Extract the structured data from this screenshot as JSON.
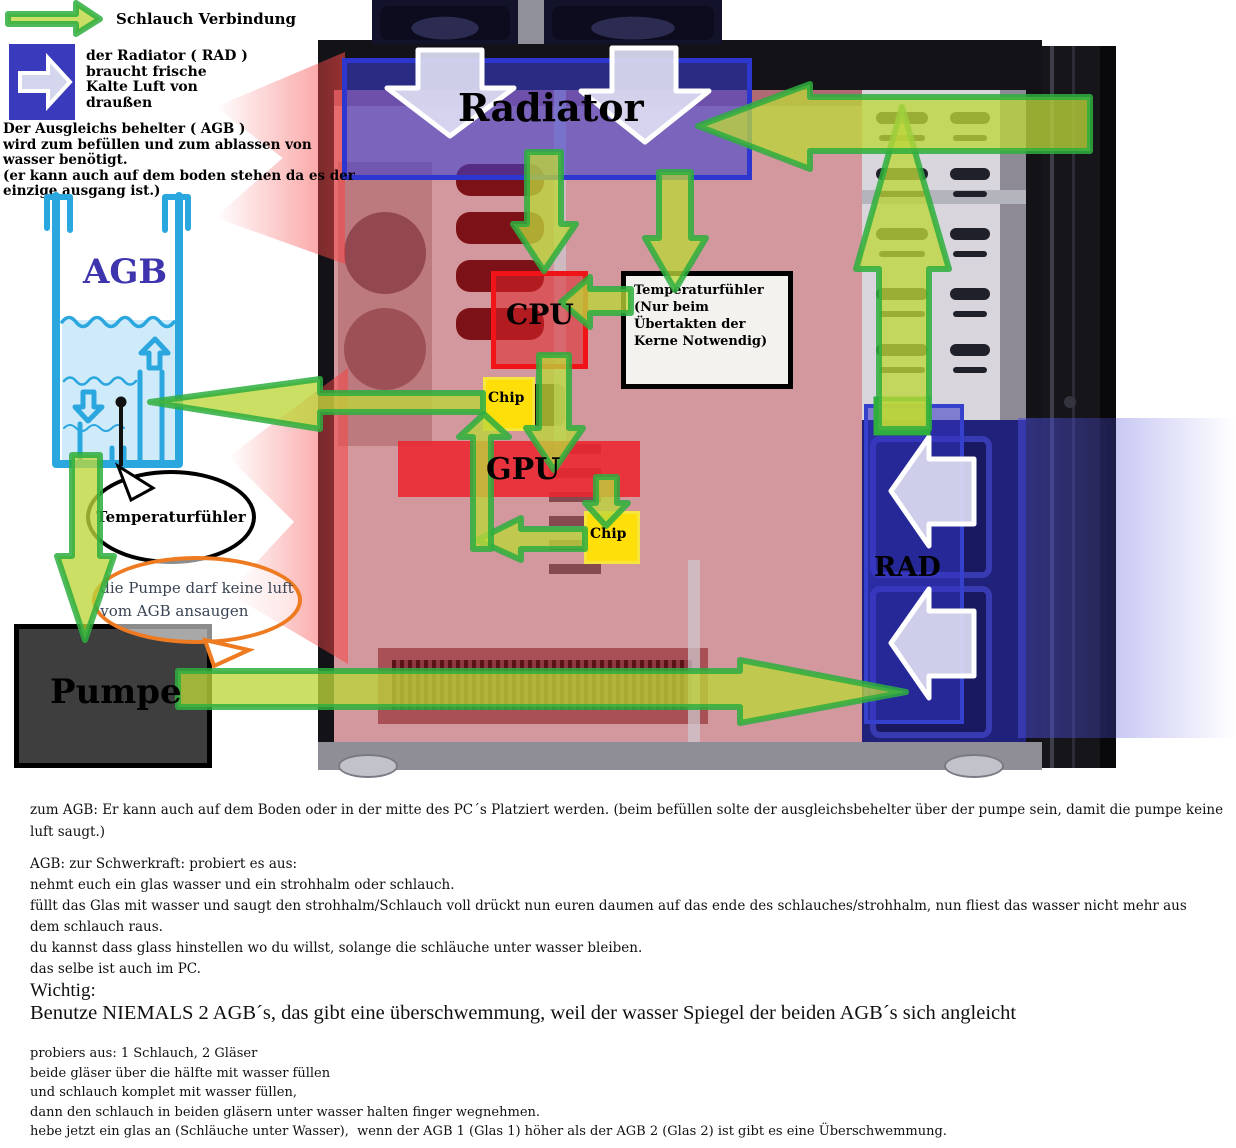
{
  "legend": {
    "hose_label": "Schlauch Verbindung",
    "radiator_note": "der Radiator ( RAD )\nbraucht frische\nKalte Luft von\ndraußen",
    "agb_note": "Der Ausgleichs behelter ( AGB )\nwird zum befüllen und zum ablassen von\nwasser benötigt.\n(er kann auch auf dem boden stehen da es der\neinzige ausgang ist.)"
  },
  "diagram": {
    "radiator": "Radiator",
    "cpu": "CPU",
    "gpu": "GPU",
    "chip_upper": "Chip",
    "chip_lower": "Chip",
    "rad": "RAD",
    "agb": "AGB",
    "pumpe": "Pumpe",
    "temp_sensor_note": "Temperaturfühler\n(Nur beim\nÜbertakten der\nKerne Notwendig)",
    "temp_sensor_label": "Temperaturfühler",
    "pump_air_warning": "die Pumpe darf keine luft\nvom AGB ansaugen"
  },
  "colors": {
    "hose_green_fill": "#bcd63a",
    "hose_green_stroke": "#2eae3e",
    "air_blue": "#3a3ed2",
    "warm_air_red": "#f64646",
    "agb_cyan": "#2ba7e0",
    "chip_yellow": "#ffdf0a",
    "cpu_red": "#f01418",
    "warning_orange": "#ee7b22"
  },
  "notes": {
    "agb_placement": "zum AGB: Er kann auch auf dem Boden oder in der mitte des PC´s Platziert werden. (beim befüllen solte der ausgleichsbehelter über der pumpe sein, damit die pumpe keine\nluft saugt.)",
    "gravity_experiment": "AGB: zur Schwerkraft: probiert es aus:\nnehmt euch ein glas wasser und ein strohhalm oder schlauch.\nfüllt das Glas mit wasser und saugt den strohhalm/Schlauch voll drückt nun euren daumen auf das ende des schlauches/strohhalm, nun fliest das wasser nicht mehr aus\ndem schlauch raus.\ndu kannst dass glass hinstellen wo du willst, solange die schläuche unter wasser bleiben.\ndas selbe ist auch im PC.",
    "important_title": "Wichtig:",
    "important_text": "Benutze NIEMALS 2 AGB´s, das gibt eine überschwemmung, weil der wasser Spiegel der beiden AGB´s sich angleicht",
    "two_glasses_experiment": "probiers aus: 1 Schlauch, 2 Gläser\nbeide gläser über die hälfte mit wasser füllen\nund schlauch komplet mit wasser füllen,\ndann den schlauch in beiden gläsern unter wasser halten finger wegnehmen.\nhebe jetzt ein glas an (Schläuche unter Wasser),  wenn der AGB 1 (Glas 1) höher als der AGB 2 (Glas 2) ist gibt es eine Überschwemmung."
  }
}
